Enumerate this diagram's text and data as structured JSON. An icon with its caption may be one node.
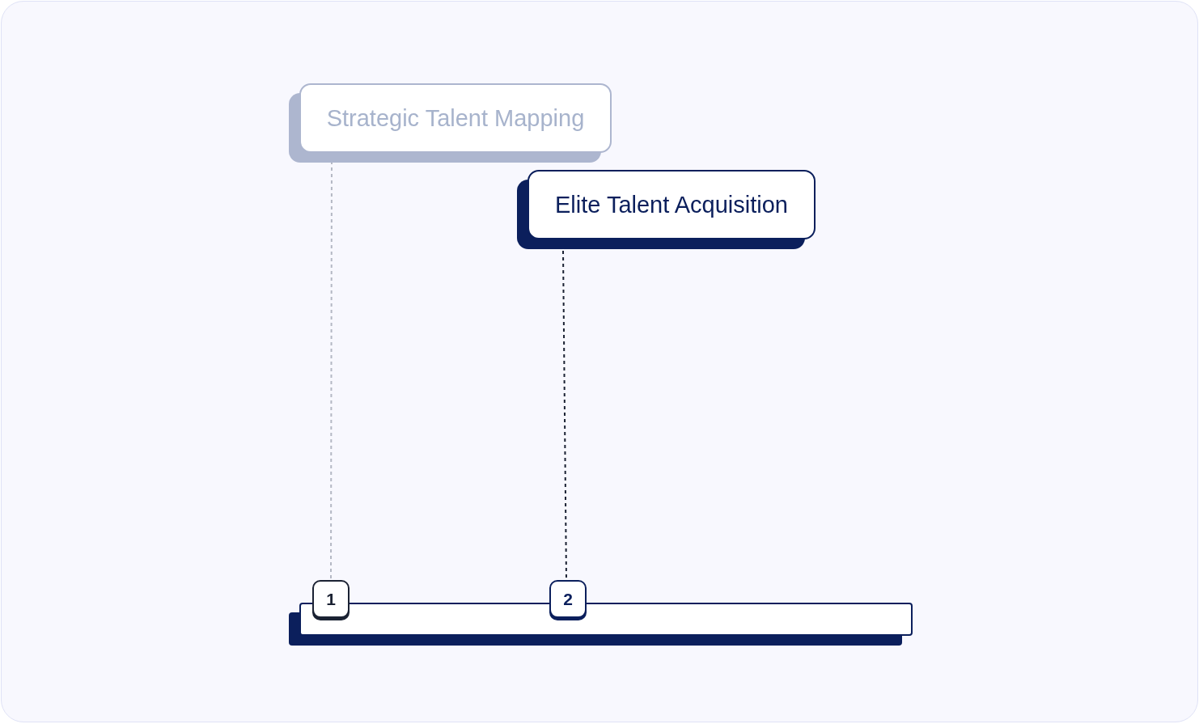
{
  "diagram": {
    "nodes": [
      {
        "text": [
          "Strategic Talent Mapping"
        ]
      },
      {
        "text": [
          "Elite Talent Acquisition"
        ]
      },
      {
        "text": [],
        "shape": "bar"
      },
      {
        "text": [
          "1"
        ]
      },
      {
        "text": [
          "2"
        ]
      }
    ],
    "edges": [
      {
        "from": 0,
        "to": 3,
        "arrow": "none",
        "style": "dashed",
        "color": "#b4b8c4"
      },
      {
        "from": 1,
        "to": 4,
        "arrow": "none",
        "style": "dashed",
        "color": "#1b2233"
      }
    ]
  }
}
